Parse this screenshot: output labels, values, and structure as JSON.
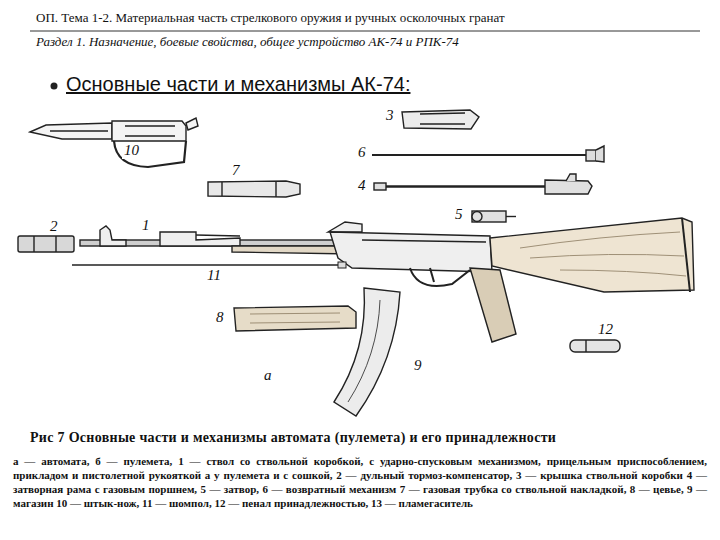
{
  "diagram": {
    "title": "Основные части и механизмы АК-74:",
    "caption": "Рис 7 Основные части и механизмы автомата (пулемета) и его принадлежности",
    "labels": [
      "ОП. Тема 1-2. Материальная часть стрелкового оружия и ручных осколочных гранат",
      "Раздел 1. Назначение, боевые свойства, общее устройство АК-74 и РПК-74",
      "3",
      "10",
      "6",
      "7",
      "4",
      "5",
      "2",
      "1",
      "11",
      "8",
      "12",
      "9",
      "а",
      "а — автомата, б — пулемета, 1 — ствол со ствольной коробкой, с ударно-спусковым механизмом, прицельным приспособлением, прикладом и пистолетной рукояткой а у пулемета и с сошкой, 2 — дульный тормоз-компенсатор, 3 — крышка ствольной коробки 4 — затворная рама с газовым поршнем, 5 — затвор, 6 — возвратный механизм 7 — газовая трубка со ствольной накладкой, 8 — цевье, 9 — магазин 10 — штык-нож, 11 — шомпол, 12 — пенал принадлежностью, 13 — пламегаситель"
    ]
  }
}
